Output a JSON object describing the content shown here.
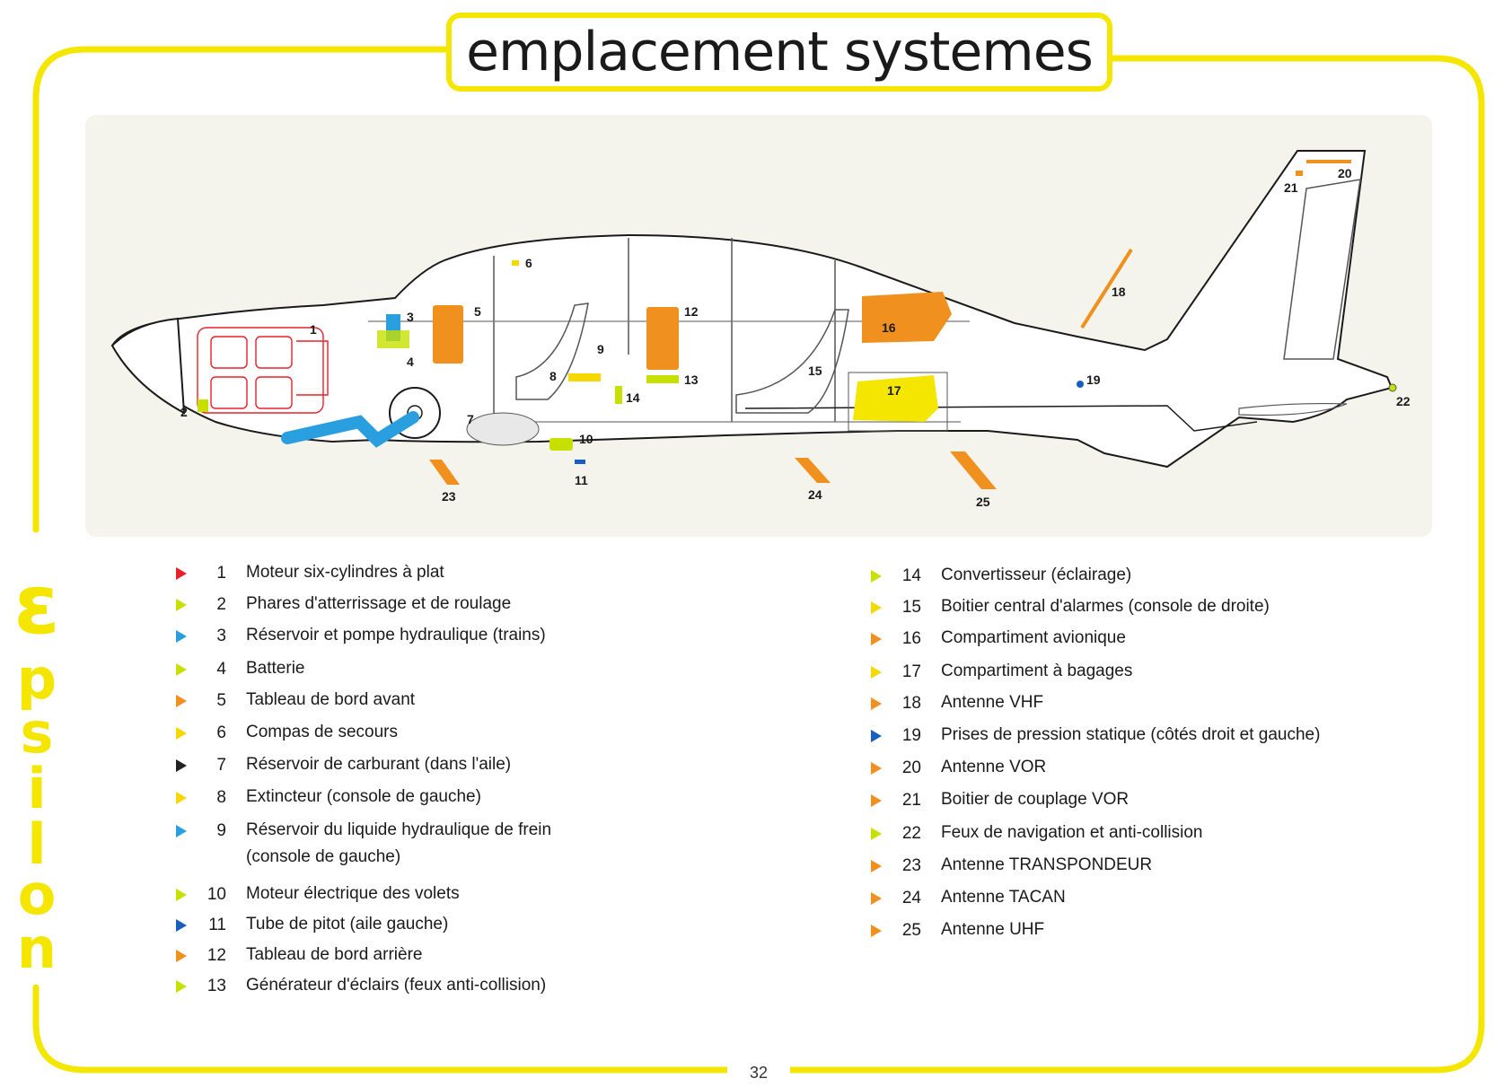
{
  "title": "emplacement systemes",
  "brand": "Epsilon",
  "page_number": "32",
  "colors": {
    "frame": "#f5e600",
    "red": "#e8202a",
    "yellow_green": "#c8e000",
    "blue": "#2a9fe0",
    "dark_blue": "#1a5fc0",
    "black": "#222222",
    "yellow": "#f5d800",
    "orange": "#f0901e"
  },
  "callouts": [
    "1",
    "2",
    "3",
    "4",
    "5",
    "6",
    "7",
    "8",
    "9",
    "10",
    "11",
    "12",
    "13",
    "14",
    "15",
    "16",
    "17",
    "18",
    "19",
    "20",
    "21",
    "22",
    "23",
    "24",
    "25"
  ],
  "legend": [
    {
      "num": "1",
      "label": "Moteur six-cylindres à plat",
      "color": "#e8202a"
    },
    {
      "num": "2",
      "label": "Phares d'atterrissage et de roulage",
      "color": "#c8e000"
    },
    {
      "num": "3",
      "label": "Réservoir et pompe hydraulique (trains)",
      "color": "#2a9fe0"
    },
    {
      "num": "4",
      "label": "Batterie",
      "color": "#c8e000"
    },
    {
      "num": "5",
      "label": "Tableau de bord avant",
      "color": "#f0901e"
    },
    {
      "num": "6",
      "label": "Compas de secours",
      "color": "#f5d800"
    },
    {
      "num": "7",
      "label": "Réservoir de carburant (dans l'aile)",
      "color": "#222222"
    },
    {
      "num": "8",
      "label": "Extincteur (console de gauche)",
      "color": "#f5d800"
    },
    {
      "num": "9",
      "label": "Réservoir du liquide hydraulique de frein",
      "label2": "(console de gauche)",
      "color": "#2a9fe0"
    },
    {
      "num": "10",
      "label": "Moteur électrique des volets",
      "color": "#c8e000"
    },
    {
      "num": "11",
      "label": "Tube de pitot (aile gauche)",
      "color": "#1a5fc0"
    },
    {
      "num": "12",
      "label": "Tableau de bord arrière",
      "color": "#f0901e"
    },
    {
      "num": "13",
      "label": "Générateur d'éclairs (feux anti-collision)",
      "color": "#c8e000"
    },
    {
      "num": "14",
      "label": "Convertisseur (éclairage)",
      "color": "#c8e000"
    },
    {
      "num": "15",
      "label": "Boitier central d'alarmes (console de droite)",
      "color": "#f5d800"
    },
    {
      "num": "16",
      "label": "Compartiment avionique",
      "color": "#f0901e"
    },
    {
      "num": "17",
      "label": "Compartiment à bagages",
      "color": "#f5d800"
    },
    {
      "num": "18",
      "label": "Antenne VHF",
      "color": "#f0901e"
    },
    {
      "num": "19",
      "label": "Prises de pression statique (côtés droit et gauche)",
      "color": "#1a5fc0"
    },
    {
      "num": "20",
      "label": "Antenne VOR",
      "color": "#f0901e"
    },
    {
      "num": "21",
      "label": "Boitier de couplage VOR",
      "color": "#f0901e"
    },
    {
      "num": "22",
      "label": "Feux de navigation et anti-collision",
      "color": "#c8e000"
    },
    {
      "num": "23",
      "label": "Antenne TRANSPONDEUR",
      "color": "#f0901e"
    },
    {
      "num": "24",
      "label": "Antenne TACAN",
      "color": "#f0901e"
    },
    {
      "num": "25",
      "label": "Antenne UHF",
      "color": "#f0901e"
    }
  ]
}
